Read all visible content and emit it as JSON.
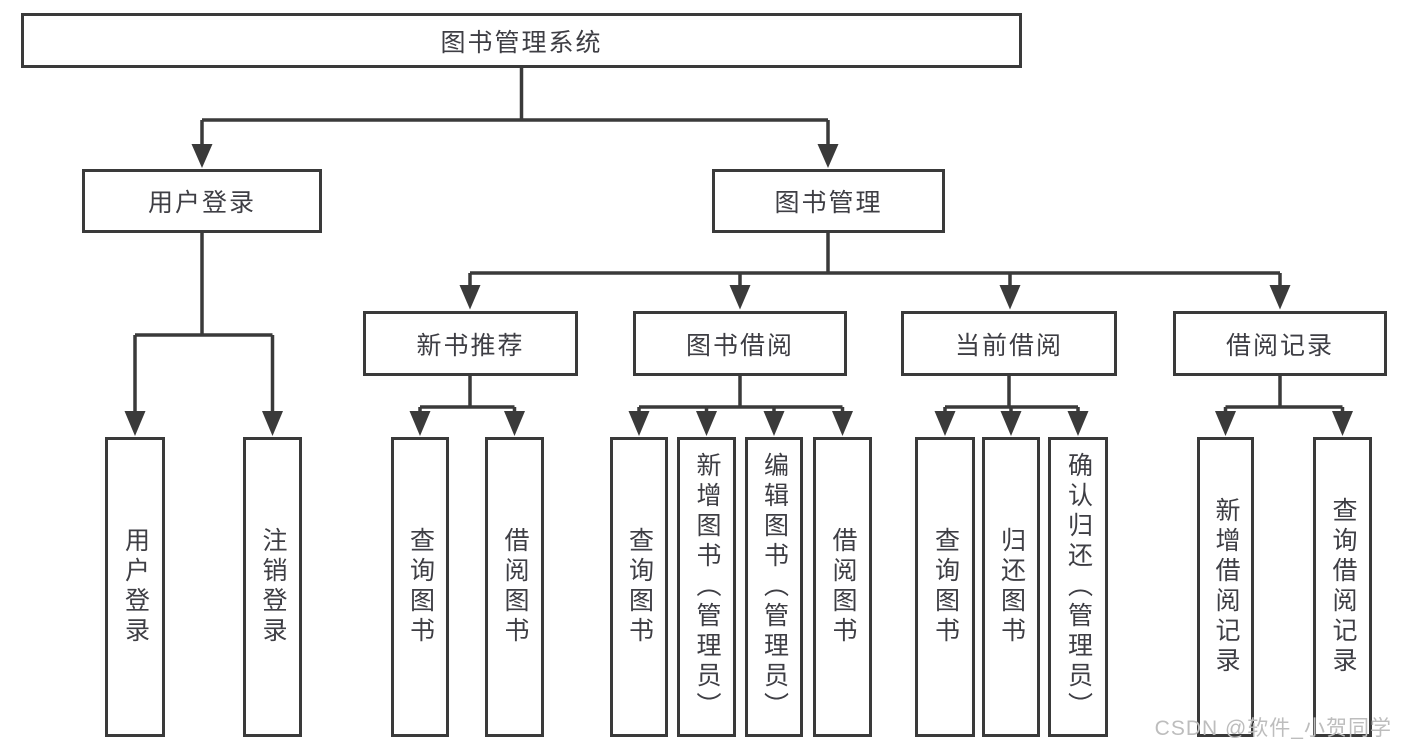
{
  "root": {
    "label": "图书管理系统"
  },
  "level2": {
    "user_login": {
      "label": "用户登录"
    },
    "book_management": {
      "label": "图书管理"
    }
  },
  "level3": {
    "new_book_recommend": {
      "label": "新书推荐"
    },
    "book_borrowing": {
      "label": "图书借阅"
    },
    "current_borrowing": {
      "label": "当前借阅"
    },
    "borrowing_records": {
      "label": "借阅记录"
    }
  },
  "leaves": {
    "user_login": {
      "label": "用户登录"
    },
    "logout": {
      "label": "注销登录"
    },
    "recommend_query_books": {
      "label": "查询图书"
    },
    "recommend_borrow_books": {
      "label": "借阅图书"
    },
    "borrowing_query_books": {
      "label": "查询图书"
    },
    "borrowing_add_books": {
      "label": "新增图书（管理员）"
    },
    "borrowing_edit_books": {
      "label": "编辑图书（管理员）"
    },
    "borrowing_borrow_books": {
      "label": "借阅图书"
    },
    "current_query_books": {
      "label": "查询图书"
    },
    "current_return_books": {
      "label": "归还图书"
    },
    "current_confirm_return": {
      "label": "确认归还（管理员）"
    },
    "records_add_record": {
      "label": "新增借阅记录"
    },
    "records_query_record": {
      "label": "查询借阅记录"
    }
  },
  "watermark": {
    "text": "CSDN @软件_小贺同学"
  },
  "colors": {
    "line": "#3a3a3a",
    "text": "#3e3e44",
    "background": "#ffffff",
    "watermark": "#bdbdbd"
  }
}
